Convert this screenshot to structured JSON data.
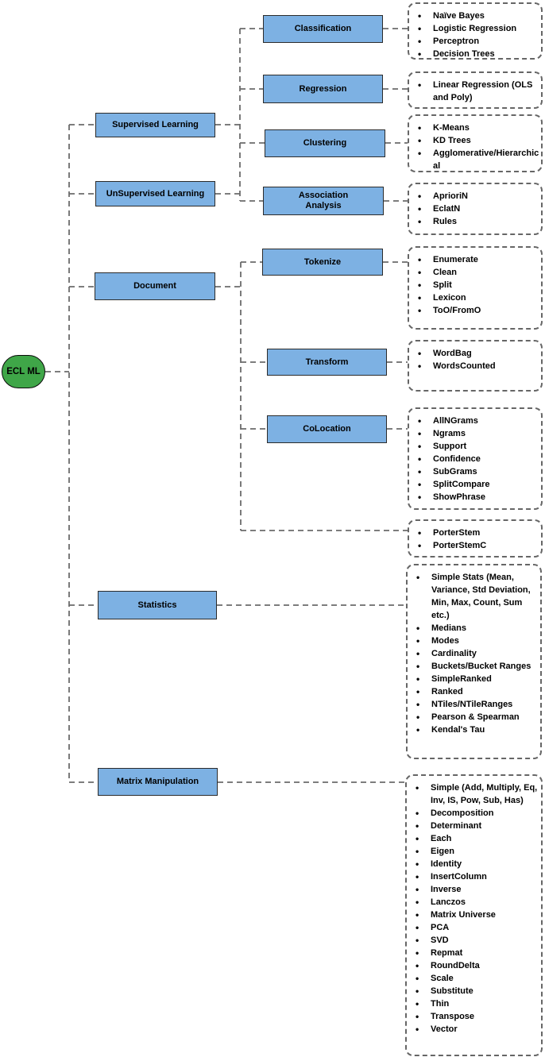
{
  "diagram": {
    "type": "tree-mindmap",
    "root": "ECL ML",
    "level1": [
      "Supervised Learning",
      "UnSupervised Learning",
      "Document",
      "Statistics",
      "Matrix Manipulation"
    ],
    "level2": [
      "Classification",
      "Regression",
      "Clustering",
      "Association Analysis",
      "Tokenize",
      "Transform",
      "CoLocation"
    ],
    "lists": {
      "classification": [
        "Naïve Bayes",
        "Logistic Regression",
        "Perceptron",
        "Decision Trees"
      ],
      "regression": [
        "Linear Regression (OLS and Poly)"
      ],
      "clustering": [
        "K-Means",
        "KD Trees",
        "Agglomerative/Hierarchical"
      ],
      "association_analysis": [
        "AprioriN",
        "EclatN",
        "Rules"
      ],
      "tokenize": [
        "Enumerate",
        "Clean",
        "Split",
        "Lexicon",
        "ToO/FromO"
      ],
      "transform": [
        "WordBag",
        "WordsCounted"
      ],
      "colocation": [
        "AllNGrams",
        "Ngrams",
        "Support",
        "Confidence",
        "SubGrams",
        "SplitCompare",
        "ShowPhrase"
      ],
      "porter_stem": [
        "PorterStem",
        "PorterStemC"
      ],
      "statistics": [
        "Simple Stats (Mean, Variance, Std Deviation, Min, Max, Count, Sum etc.)",
        "Medians",
        "Modes",
        "Cardinality",
        "Buckets/Bucket Ranges",
        "SimpleRanked",
        "Ranked",
        "NTiles/NTileRanges",
        "Pearson & Spearman",
        "Kendal's Tau"
      ],
      "matrix_manipulation": [
        "Simple (Add, Multiply, Eq, Inv, IS, Pow, Sub, Has)",
        "Decomposition",
        "Determinant",
        "Each",
        "Eigen",
        "Identity",
        "InsertColumn",
        "Inverse",
        "Lanczos",
        "Matrix Universe",
        "PCA",
        "SVD",
        "Repmat",
        "RoundDelta",
        "Scale",
        "Substitute",
        "Thin",
        "Transpose",
        "Vector"
      ]
    }
  },
  "colors": {
    "node_fill": "#7DB1E3",
    "node_border": "#2b2b2b",
    "root_fill": "#3FA648",
    "root_border": "#0a0a0a",
    "connector": "#6b6b6b",
    "list_border": "#666666",
    "text": "#000000",
    "background": "#ffffff"
  }
}
